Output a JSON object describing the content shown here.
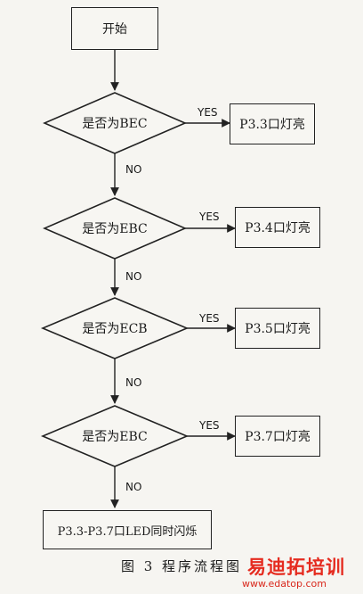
{
  "flowchart": {
    "start": "开始",
    "decisions": [
      {
        "question": "是否为BEC",
        "yes_label": "YES",
        "no_label": "NO",
        "action": "P3.3口灯亮"
      },
      {
        "question": "是否为EBC",
        "yes_label": "YES",
        "no_label": "NO",
        "action": "P3.4口灯亮"
      },
      {
        "question": "是否为ECB",
        "yes_label": "YES",
        "no_label": "NO",
        "action": "P3.5口灯亮"
      },
      {
        "question": "是否为EBC",
        "yes_label": "YES",
        "no_label": "NO",
        "action": "P3.7口灯亮"
      }
    ],
    "end": "P3.3-P3.7口LED同时闪烁"
  },
  "caption": "图 3  程序流程图",
  "watermark": {
    "logo_text": "易迪拓培训",
    "url": "www.edatop.com",
    "color": "#e52b1f"
  }
}
